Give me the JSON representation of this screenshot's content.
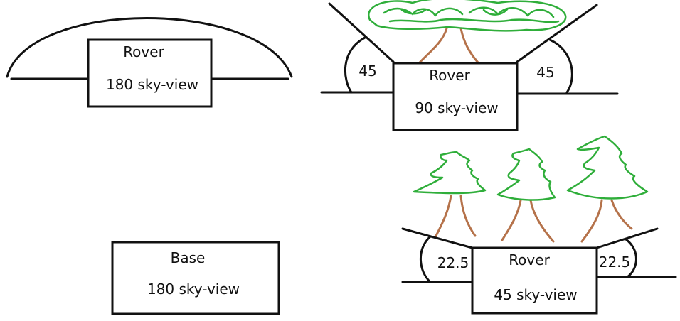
{
  "colors": {
    "ink": "#111111",
    "foliage": "#2fae3a",
    "trunk": "#b5724a",
    "background": "#ffffff"
  },
  "panels": [
    {
      "box_title": "Rover",
      "box_value": "180 sky-view"
    },
    {
      "box_title": "Rover",
      "box_value": "90 sky-view",
      "left_angle": "45",
      "right_angle": "45"
    },
    {
      "box_title": "Base",
      "box_value": "180 sky-view"
    },
    {
      "box_title": "Rover",
      "box_value": "45 sky-view",
      "left_angle": "22.5",
      "right_angle": "22.5"
    }
  ]
}
